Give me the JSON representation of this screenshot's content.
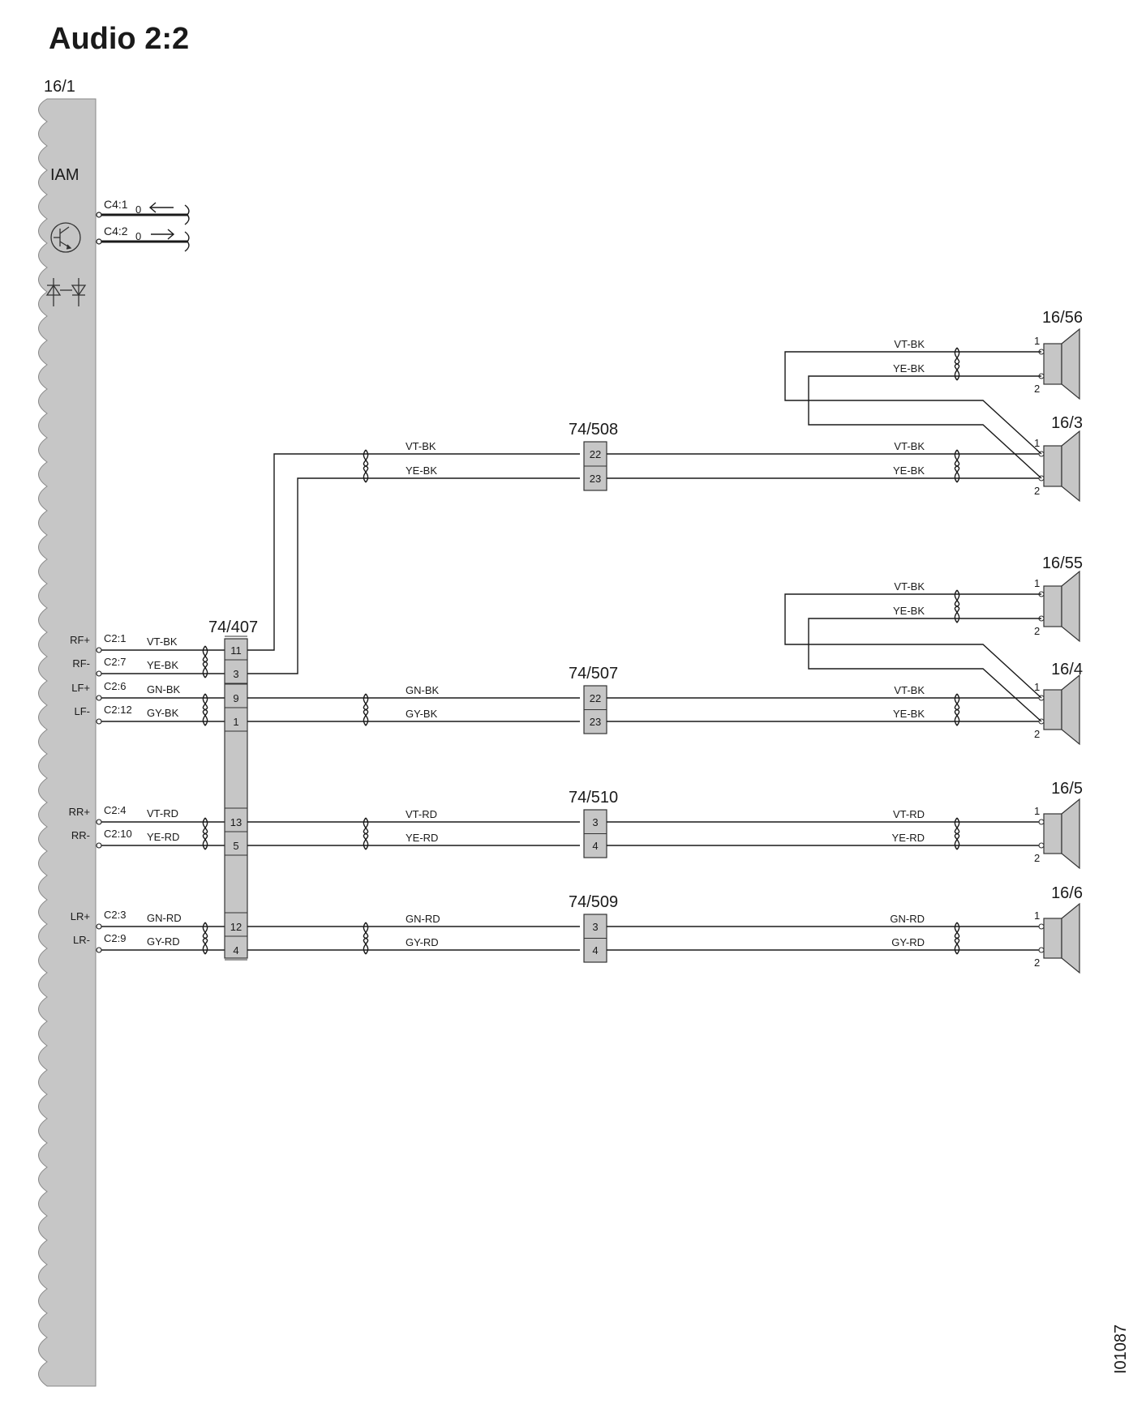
{
  "title": "Audio 2:2",
  "doc_id": "I01087",
  "iam": {
    "ref": "16/1",
    "name": "IAM",
    "c4_pins": [
      "C4:1",
      "C4:2"
    ],
    "c4_values": [
      "0",
      "0"
    ]
  },
  "outputs": [
    {
      "label": "RF+",
      "pin": "C2:1",
      "color": "VT-BK"
    },
    {
      "label": "RF-",
      "pin": "C2:7",
      "color": "YE-BK"
    },
    {
      "label": "LF+",
      "pin": "C2:6",
      "color": "GN-BK"
    },
    {
      "label": "LF-",
      "pin": "C2:12",
      "color": "GY-BK"
    },
    {
      "label": "RR+",
      "pin": "C2:4",
      "color": "VT-RD"
    },
    {
      "label": "RR-",
      "pin": "C2:10",
      "color": "YE-RD"
    },
    {
      "label": "LR+",
      "pin": "C2:3",
      "color": "GN-RD"
    },
    {
      "label": "LR-",
      "pin": "C2:9",
      "color": "GY-RD"
    }
  ],
  "connector_74_407": {
    "ref": "74/407",
    "pins": [
      "11",
      "3",
      "9",
      "1",
      "13",
      "5",
      "12",
      "4"
    ]
  },
  "connectors": [
    {
      "ref": "74/508",
      "pins": [
        "22",
        "23"
      ],
      "wire_in": [
        "VT-BK",
        "YE-BK"
      ],
      "wire_out": [
        "VT-BK",
        "YE-BK"
      ]
    },
    {
      "ref": "74/507",
      "pins": [
        "22",
        "23"
      ],
      "wire_in": [
        "GN-BK",
        "GY-BK"
      ],
      "wire_out": [
        "VT-BK",
        "YE-BK"
      ]
    },
    {
      "ref": "74/510",
      "pins": [
        "3",
        "4"
      ],
      "wire_in": [
        "VT-RD",
        "YE-RD"
      ],
      "wire_out": [
        "VT-RD",
        "YE-RD"
      ]
    },
    {
      "ref": "74/509",
      "pins": [
        "3",
        "4"
      ],
      "wire_in": [
        "GN-RD",
        "GY-RD"
      ],
      "wire_out": [
        "GN-RD",
        "GY-RD"
      ]
    }
  ],
  "speakers": [
    {
      "ref": "16/56",
      "pins": [
        "1",
        "2"
      ],
      "wires": [
        "VT-BK",
        "YE-BK"
      ]
    },
    {
      "ref": "16/3",
      "pins": [
        "1",
        "2"
      ]
    },
    {
      "ref": "16/55",
      "pins": [
        "1",
        "2"
      ],
      "wires": [
        "VT-BK",
        "YE-BK"
      ]
    },
    {
      "ref": "16/4",
      "pins": [
        "1",
        "2"
      ]
    },
    {
      "ref": "16/5",
      "pins": [
        "1",
        "2"
      ]
    },
    {
      "ref": "16/6",
      "pins": [
        "1",
        "2"
      ]
    }
  ]
}
